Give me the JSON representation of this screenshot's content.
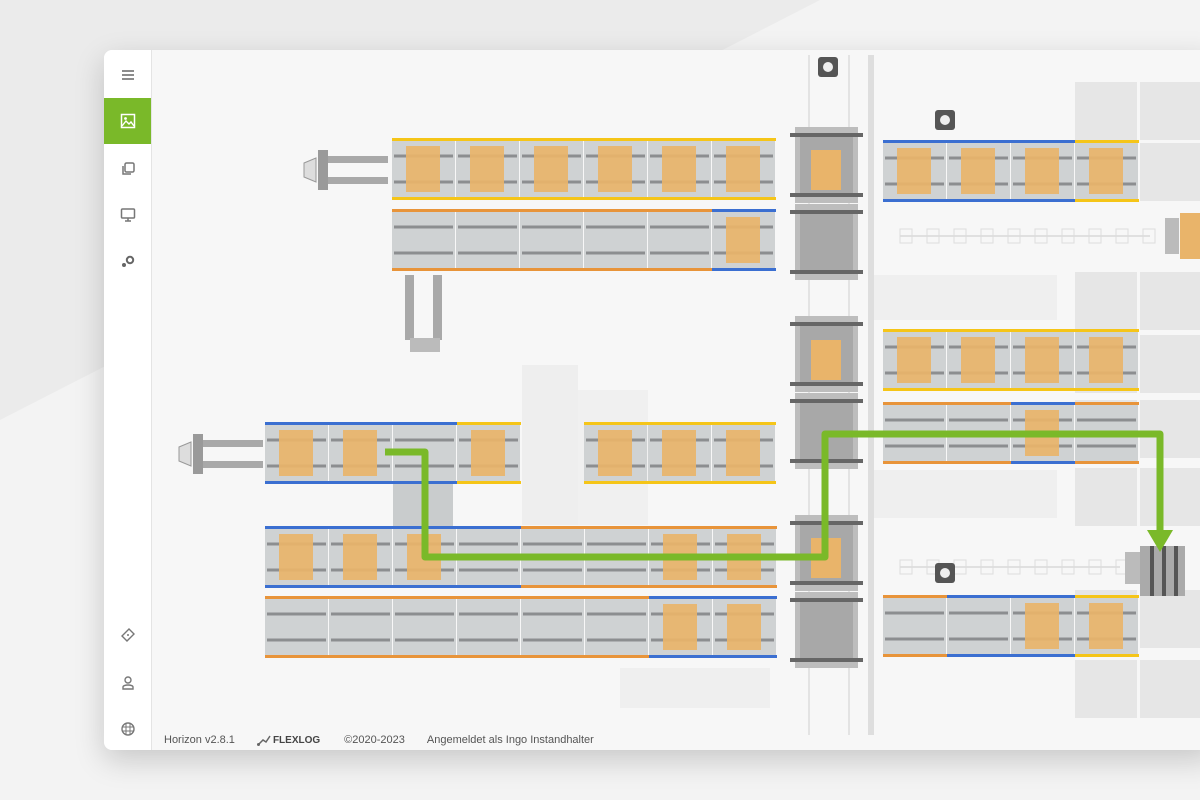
{
  "app": {
    "name": "Horizon",
    "version": "Horizon v2.8.1",
    "brand": "FLEXLOG",
    "copyright": "©2020-2023",
    "login_status": "Angemeldet als Ingo Instandhalter"
  },
  "sidebar": {
    "items": [
      {
        "icon": "menu-icon"
      },
      {
        "icon": "image-icon",
        "active": true
      },
      {
        "icon": "copy-icon"
      },
      {
        "icon": "monitor-icon"
      },
      {
        "icon": "settings-icon"
      },
      {
        "icon": "ticket-icon"
      },
      {
        "icon": "user-icon"
      },
      {
        "icon": "help-icon"
      }
    ]
  },
  "colors": {
    "accent": "#7ab929",
    "conveyor": "#cfd2d3",
    "box": "#e9b46a",
    "yellow": "#f5c518",
    "orange": "#e8943a",
    "blue": "#3b6fd1",
    "route": "#7ab929"
  }
}
